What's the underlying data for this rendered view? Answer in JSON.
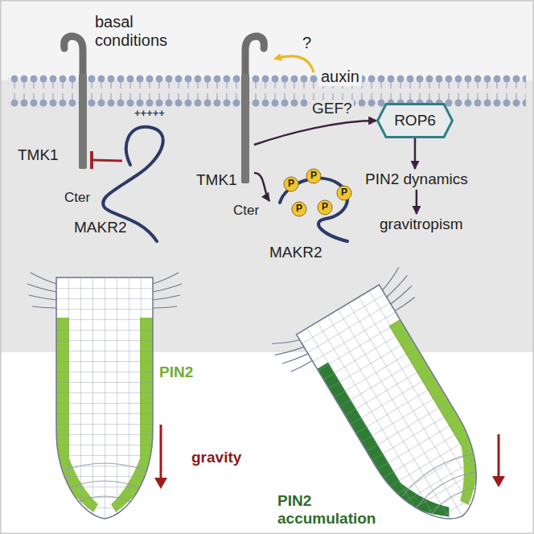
{
  "diagram": {
    "nodes": [
      {
        "text": [
          "TMK1"
        ]
      },
      {
        "text": [
          "ROP6"
        ]
      },
      {
        "text": [
          "PIN2 dynamics"
        ]
      },
      {
        "text": [
          "gravitropism"
        ]
      },
      {
        "text": [
          "MAKR2"
        ]
      }
    ],
    "edges": [
      {
        "from": 0,
        "to": 1,
        "arrow": "to",
        "label": "GEF?"
      },
      {
        "from": 1,
        "to": 2,
        "arrow": "to"
      },
      {
        "from": 2,
        "to": 3,
        "arrow": "to"
      },
      {
        "from": 0,
        "to": 4,
        "arrow": "to"
      }
    ],
    "labels": [
      "basal conditions",
      "?",
      "auxin",
      "TMK1",
      "Cter",
      "+++++",
      "MAKR2",
      "Cter",
      "P",
      "P",
      "P",
      "P",
      "P",
      "PIN2",
      "gravity",
      "PIN2 accumulation"
    ]
  }
}
